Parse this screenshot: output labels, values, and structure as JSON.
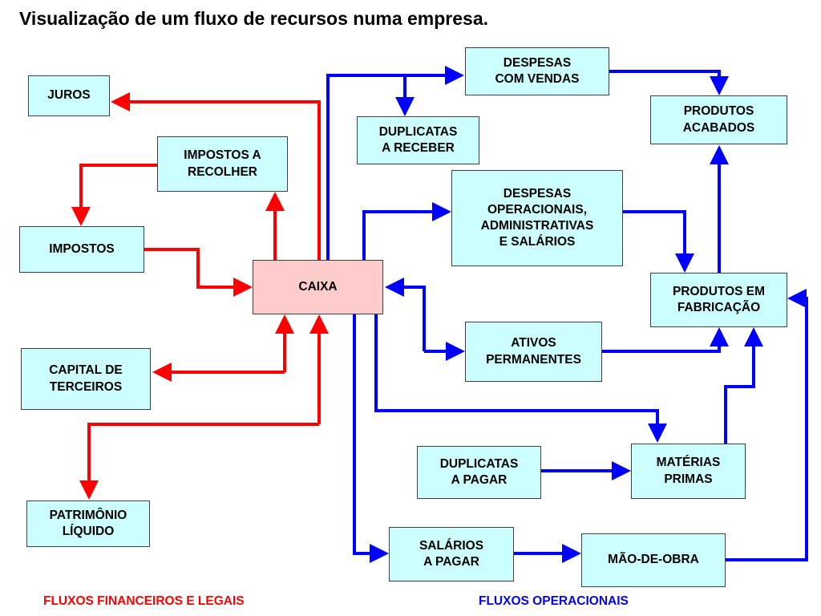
{
  "title": "Visualização de um fluxo de recursos numa empresa.",
  "colors": {
    "financial": "#ff0000",
    "operational": "#0000ff",
    "box_fill": "#ccffff",
    "caixa_fill": "#ffcccc"
  },
  "nodes": {
    "juros": "JUROS",
    "impostos_a_recolher": "IMPOSTOS A\nRECOLHER",
    "impostos": "IMPOSTOS",
    "caixa": "CAIXA",
    "capital_de_terceiros": "CAPITAL DE\nTERCEIROS",
    "patrimonio_liquido": "PATRIMÔNIO\nLÍQUIDO",
    "despesas_com_vendas": "DESPESAS\nCOM VENDAS",
    "duplicatas_a_receber": "DUPLICATAS\nA RECEBER",
    "produtos_acabados": "PRODUTOS\nACABADOS",
    "despesas_operacionais": "DESPESAS\nOPERACIONAIS,\nADMINISTRATIVAS\nE SALÁRIOS",
    "produtos_em_fabricacao": "PRODUTOS EM\nFABRICAÇÃO",
    "ativos_permanentes": "ATIVOS\nPERMANENTES",
    "duplicatas_a_pagar": "DUPLICATAS\nA PAGAR",
    "materias_primas": "MATÉRIAS\nPRIMAS",
    "salarios_a_pagar": "SALÁRIOS\nA PAGAR",
    "mao_de_obra": "MÃO-DE-OBRA"
  },
  "legend": {
    "financial": "FLUXOS FINANCEIROS E LEGAIS",
    "operational": "FLUXOS OPERACIONAIS"
  }
}
